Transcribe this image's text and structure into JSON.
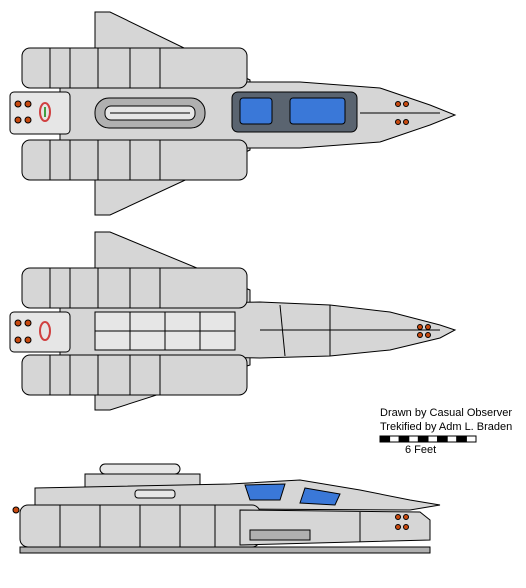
{
  "credits": {
    "drawn_by": "Drawn by Casual Observer",
    "trekified_by": "Trekified by Adm L. Braden"
  },
  "scale": {
    "label": "6 Feet",
    "segments": 10
  },
  "views": [
    {
      "name": "top-view"
    },
    {
      "name": "bottom-view"
    },
    {
      "name": "side-view"
    }
  ],
  "colors": {
    "hull": "#d6d6d6",
    "hull_light": "#e6e6e6",
    "hull_shadow": "#9a9a9a",
    "outline": "#000000",
    "canopy": "#3a78d8",
    "canopy_frame": "#5a6470",
    "thruster": "#c84a10",
    "thruster_glow": "#f0a000",
    "accent_red": "#d04040",
    "accent_green": "#40a040"
  }
}
